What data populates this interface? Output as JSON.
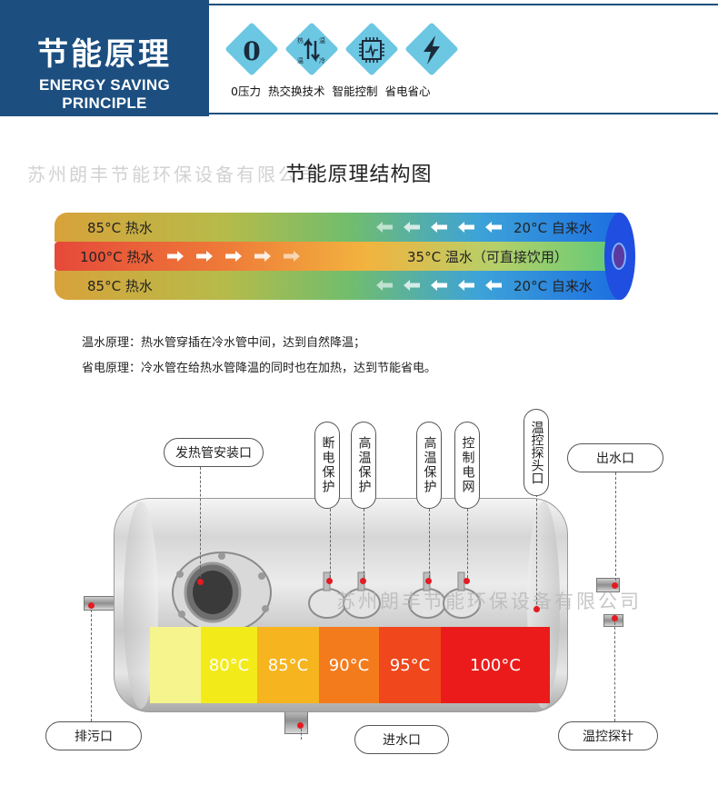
{
  "header": {
    "title": "节能原理",
    "subtitle": "ENERGY SAVING PRINCIPLE",
    "features": [
      {
        "icon": "zero-pressure-icon",
        "glyph": "0",
        "label": "0压力"
      },
      {
        "icon": "heat-exchange-icon",
        "label": "热交换技术"
      },
      {
        "icon": "chip-control-icon",
        "label": "智能控制"
      },
      {
        "icon": "lightning-icon",
        "label": "省电省心"
      }
    ],
    "heat_exchange_icon_text": [
      "热",
      "温",
      "温",
      "冷"
    ]
  },
  "section": {
    "title": "节能原理结构图",
    "watermark": "苏州朗丰节能环保设备有限公司"
  },
  "pipe": {
    "top_left": "85°C 热水",
    "top_right": "20°C 自来水",
    "mid_left": "100°C 热水",
    "mid_right": "35°C 温水（可直接饮用）",
    "bot_left": "85°C 热水",
    "bot_right": "20°C 自来水"
  },
  "principles": [
    "温水原理：热水管穿插在冷水管中间，达到自然降温；",
    "省电原理：冷水管在给热水管降温的同时也在加热，达到节能省电。"
  ],
  "tank": {
    "callouts": {
      "heater_port": "发热管安装口",
      "outlet": "出水口",
      "drain": "排污口",
      "inlet": "进水口",
      "probe": "温控探针"
    },
    "vertical_callouts": [
      {
        "text": "断电保护"
      },
      {
        "text": "高温保护"
      },
      {
        "text": "高温保护"
      },
      {
        "text": "控制电网"
      },
      {
        "text": "温控探头口"
      }
    ],
    "zones": [
      "",
      "80°C",
      "85°C",
      "90°C",
      "95°C",
      "100°C"
    ],
    "zone_colors": [
      "#f6f48c",
      "#f3ea1a",
      "#f6b41e",
      "#f47b1c",
      "#f0471c",
      "#ec1b1b"
    ],
    "watermark": "苏州朗丰节能环保设备有限公司"
  }
}
